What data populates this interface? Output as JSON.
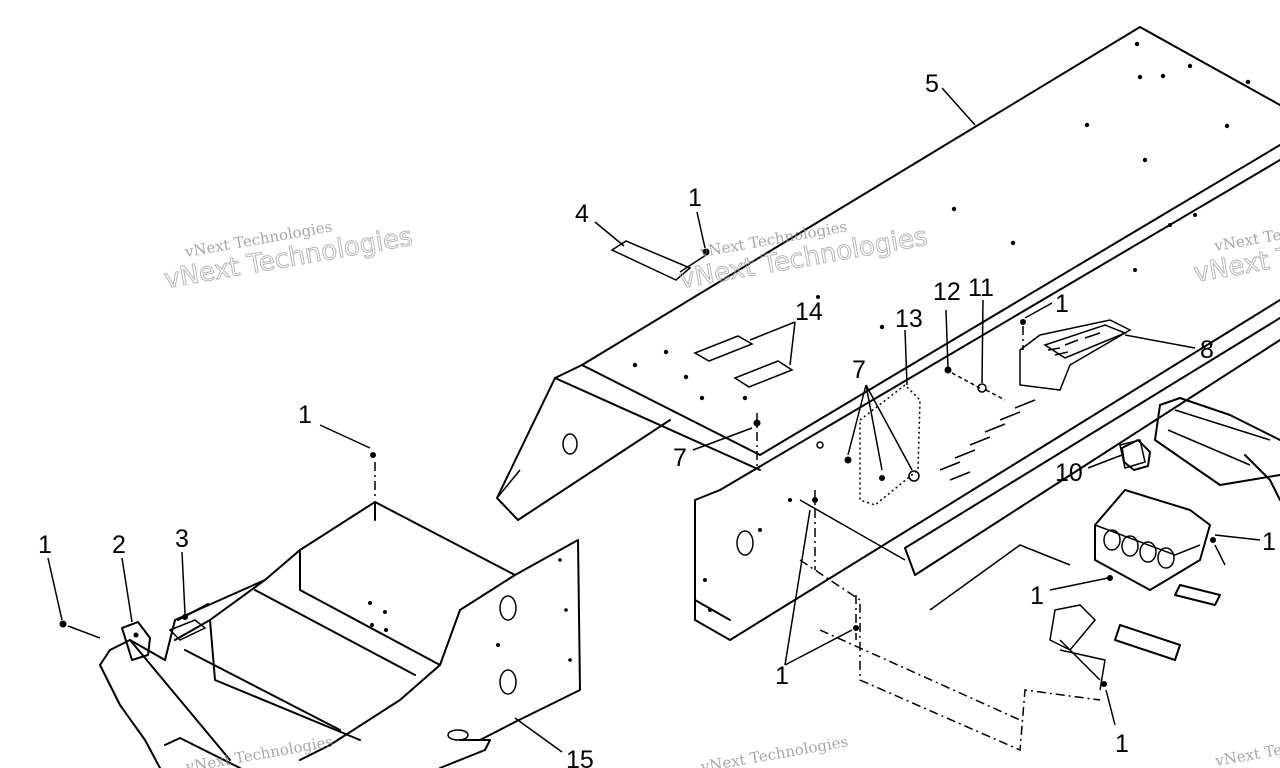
{
  "callouts": {
    "c1_top": "1",
    "c4": "4",
    "c5": "5",
    "c14": "14",
    "c13": "13",
    "c12": "12",
    "c11": "11",
    "c1_right_top": "1",
    "c8": "8",
    "c7_mid": "7",
    "c7_left": "7",
    "c10": "10",
    "c1_left_center": "1",
    "c1_far_left": "1",
    "c2": "2",
    "c3": "3",
    "c1_right_mid": "1",
    "c1_bottom_center": "1",
    "c1_bottom_right": "1",
    "c15": "15",
    "c1_edge": "1"
  },
  "watermark": {
    "line_a": "vNext Technologies",
    "line_b": "vNext Technologies"
  },
  "colors": {
    "ink": "#000000",
    "background": "#ffffff",
    "watermark": "#8a8a8a"
  }
}
